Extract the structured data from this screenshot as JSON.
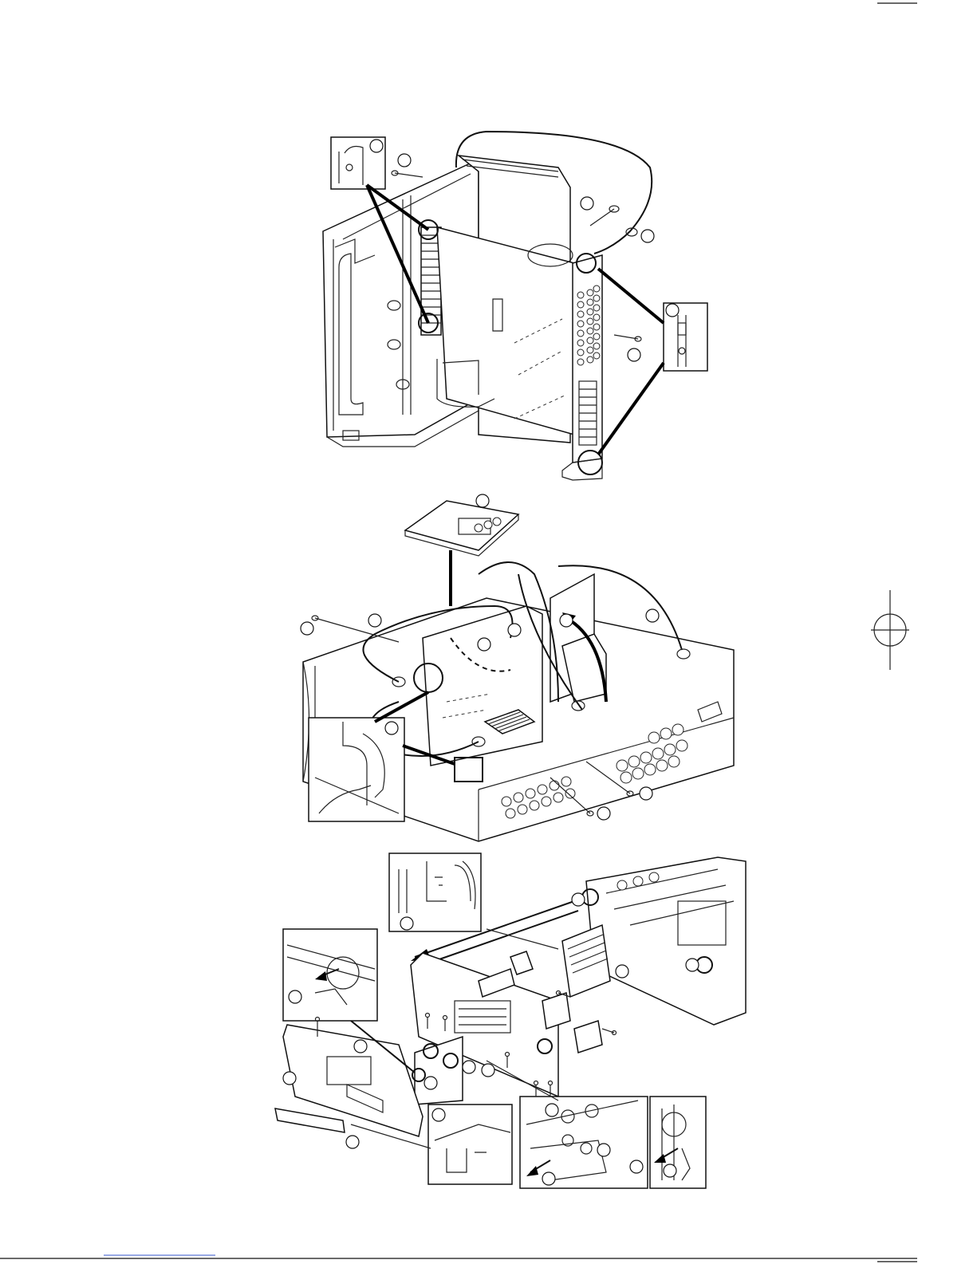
{
  "page": {
    "figures": [
      {
        "name": "figure-1"
      },
      {
        "name": "figure-2"
      },
      {
        "name": "figure-3"
      }
    ]
  }
}
